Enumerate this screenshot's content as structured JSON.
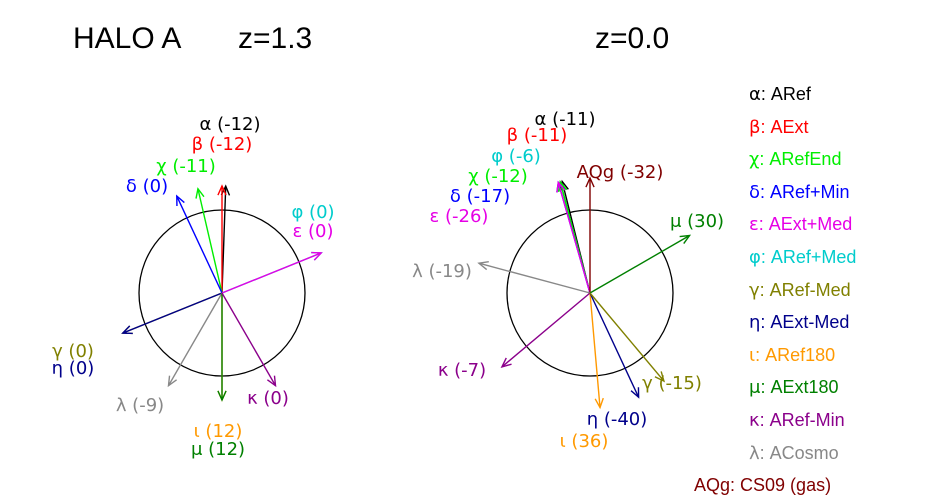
{
  "titles": {
    "halo": "HALO A",
    "z_left": "z=1.3",
    "z_right": "z=0.0"
  },
  "colors": {
    "black": "#000000",
    "red": "#ff0000",
    "green": "#00ee00",
    "blue": "#0000ff",
    "magenta": "#e600e6",
    "cyan": "#00cccc",
    "olive": "#808000",
    "navy": "#00008b",
    "orange": "#ff9900",
    "dkgreen": "#008000",
    "purple": "#8b008b",
    "gray": "#888888",
    "maroon": "#800000"
  },
  "legend": [
    {
      "sym": "α",
      "text": ": ARef",
      "color": "#000000"
    },
    {
      "sym": "β",
      "text": ": AExt",
      "color": "#ff0000"
    },
    {
      "sym": "χ",
      "text": ": ARefEnd",
      "color": "#00ee00"
    },
    {
      "sym": "δ",
      "text": ": ARef+Min",
      "color": "#0000ff"
    },
    {
      "sym": "ε",
      "text": ": AExt+Med",
      "color": "#e600e6"
    },
    {
      "sym": "φ",
      "text": ": ARef+Med",
      "color": "#00cccc"
    },
    {
      "sym": "γ",
      "text": ": ARef-Med",
      "color": "#808000"
    },
    {
      "sym": "η",
      "text": ": AExt-Med",
      "color": "#00008b"
    },
    {
      "sym": "ι",
      "text": ": ARef180",
      "color": "#ff9900"
    },
    {
      "sym": "μ",
      "text": ": AExt180",
      "color": "#008000"
    },
    {
      "sym": "κ",
      "text": ": ARef-Min",
      "color": "#8b008b"
    },
    {
      "sym": "λ",
      "text": ": ACosmo",
      "color": "#888888"
    },
    {
      "sym": "AQg",
      "text": ": CS09 (gas)",
      "color": "#800000"
    }
  ],
  "diagrams": [
    {
      "id": "z13",
      "arrows": [
        {
          "key": "alpha",
          "label": "α (-12)",
          "color": "#000000",
          "angle": 88
        },
        {
          "key": "beta",
          "label": "β (-12)",
          "color": "#ff0000",
          "angle": 90
        },
        {
          "key": "chi",
          "label": "χ (-11)",
          "color": "#00ee00",
          "angle": 103
        },
        {
          "key": "delta",
          "label": "δ (0)",
          "color": "#0000ff",
          "angle": 115
        },
        {
          "key": "phi",
          "label": "φ (0)",
          "color": "#00cccc",
          "angle": 22
        },
        {
          "key": "eps",
          "label": "ε (0)",
          "color": "#e600e6",
          "angle": 22
        },
        {
          "key": "gamma",
          "label": "γ (0)",
          "color": "#808000",
          "angle": 202
        },
        {
          "key": "eta",
          "label": "η (0)",
          "color": "#00008b",
          "angle": 202
        },
        {
          "key": "lambda",
          "label": "λ (-9)",
          "color": "#888888",
          "angle": 240
        },
        {
          "key": "iota",
          "label": "ι (12)",
          "color": "#ff9900",
          "angle": 270
        },
        {
          "key": "mu",
          "label": "μ (12)",
          "color": "#008000",
          "angle": 270
        },
        {
          "key": "kappa",
          "label": "κ (0)",
          "color": "#8b008b",
          "angle": 300
        }
      ]
    },
    {
      "id": "z00",
      "arrows": [
        {
          "key": "alpha",
          "label": "α (-11)",
          "color": "#000000",
          "angle": 104
        },
        {
          "key": "beta",
          "label": "β (-11)",
          "color": "#ff0000",
          "angle": 105
        },
        {
          "key": "phi",
          "label": "φ (-6)",
          "color": "#00cccc",
          "angle": 105
        },
        {
          "key": "chi",
          "label": "χ (-12)",
          "color": "#00ee00",
          "angle": 105
        },
        {
          "key": "delta",
          "label": "δ (-17)",
          "color": "#0000ff",
          "angle": 106
        },
        {
          "key": "eps",
          "label": "ε (-26)",
          "color": "#e600e6",
          "angle": 106
        },
        {
          "key": "aqg",
          "label": "AQg (-32)",
          "color": "#800000",
          "angle": 90
        },
        {
          "key": "mu",
          "label": "μ (30)",
          "color": "#008000",
          "angle": 30
        },
        {
          "key": "lambda",
          "label": "λ (-19)",
          "color": "#888888",
          "angle": 165
        },
        {
          "key": "kappa",
          "label": "κ (-7)",
          "color": "#8b008b",
          "angle": 220
        },
        {
          "key": "iota",
          "label": "ι (36)",
          "color": "#ff9900",
          "angle": 275
        },
        {
          "key": "eta",
          "label": "η (-40)",
          "color": "#00008b",
          "angle": 295
        },
        {
          "key": "gamma",
          "label": "γ (-15)",
          "color": "#808000",
          "angle": 310
        }
      ]
    }
  ]
}
